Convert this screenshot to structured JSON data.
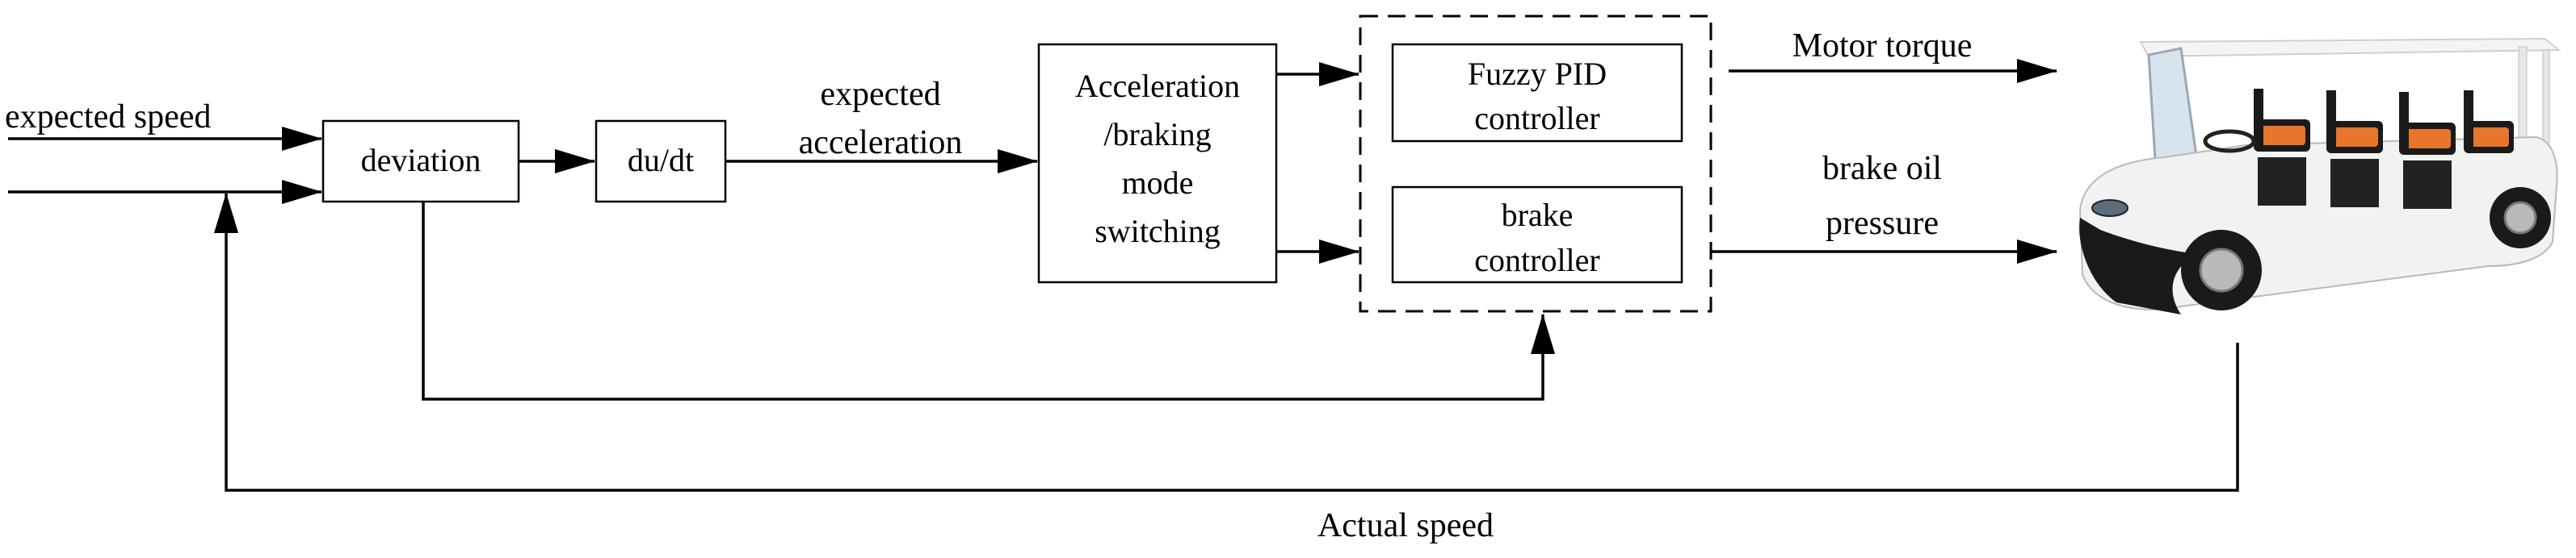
{
  "labels": {
    "expected_speed": "expected speed",
    "expected_acceleration_line1": "expected",
    "expected_acceleration_line2": "acceleration",
    "motor_torque": "Motor torque",
    "brake_oil_pressure_line1": "brake oil",
    "brake_oil_pressure_line2": "pressure",
    "actual_speed": "Actual speed"
  },
  "blocks": {
    "deviation": "deviation",
    "derivative": "du/dt",
    "mode_switch": [
      "Acceleration",
      "/braking",
      "mode",
      "switching"
    ],
    "fuzzy_pid": [
      "Fuzzy PID",
      "controller"
    ],
    "brake_controller": [
      "brake",
      "controller"
    ]
  },
  "vehicle": {
    "icon": "electric-shuttle-cart",
    "body_color": "#f2f2f2",
    "seat_color": "#e8752c",
    "trim_color": "#1a1a1a"
  }
}
